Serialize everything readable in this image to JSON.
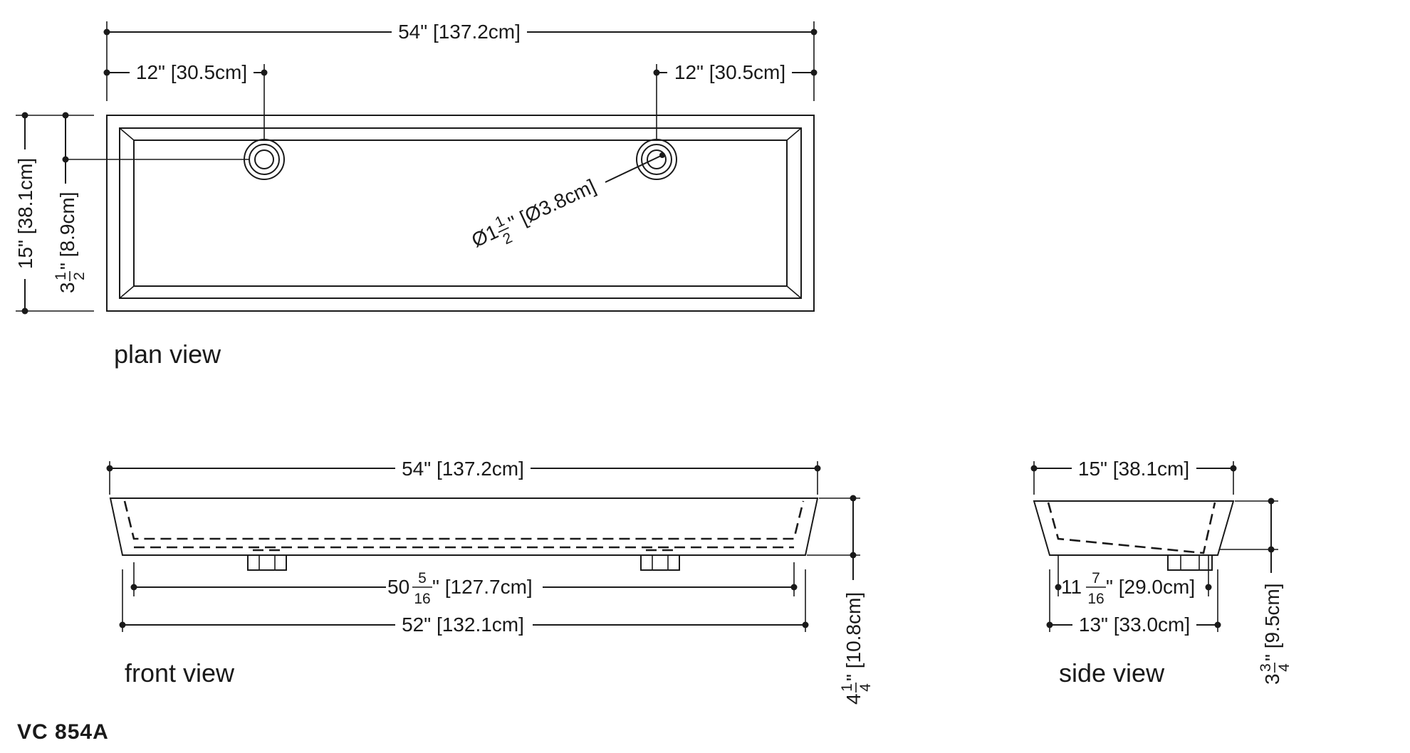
{
  "plan_view": {
    "label": "plan view",
    "overall_length": "54\" [137.2cm]",
    "drain_offset_left": "12\" [30.5cm]",
    "drain_offset_right": "12\" [30.5cm]",
    "overall_width": "15\" [38.1cm]",
    "drain_from_back_whole": "3",
    "drain_from_back_num": "1",
    "drain_from_back_den": "2",
    "drain_from_back_rest": "\" [8.9cm]",
    "drain_dia_prefix": "Ø1",
    "drain_dia_num": "1",
    "drain_dia_den": "2",
    "drain_dia_rest": "\" [Ø3.8cm]"
  },
  "front_view": {
    "label": "front view",
    "top_length": "54\" [137.2cm]",
    "inner_length_whole": "50",
    "inner_length_num": "5",
    "inner_length_den": "16",
    "inner_length_rest": "\" [127.7cm]",
    "bottom_length": "52\" [132.1cm]",
    "height_whole": "4",
    "height_num": "1",
    "height_den": "4",
    "height_rest": "\" [10.8cm]"
  },
  "side_view": {
    "label": "side view",
    "top_width": "15\" [38.1cm]",
    "inner_width_whole": "11",
    "inner_width_num": "7",
    "inner_width_den": "16",
    "inner_width_rest": "\" [29.0cm]",
    "bottom_width": "13\" [33.0cm]",
    "height_whole": "3",
    "height_num": "3",
    "height_den": "4",
    "height_rest": "\" [9.5cm]"
  },
  "model_code": "VC 854A",
  "colors": {
    "ink": "#1a1a1a",
    "background": "#ffffff"
  }
}
